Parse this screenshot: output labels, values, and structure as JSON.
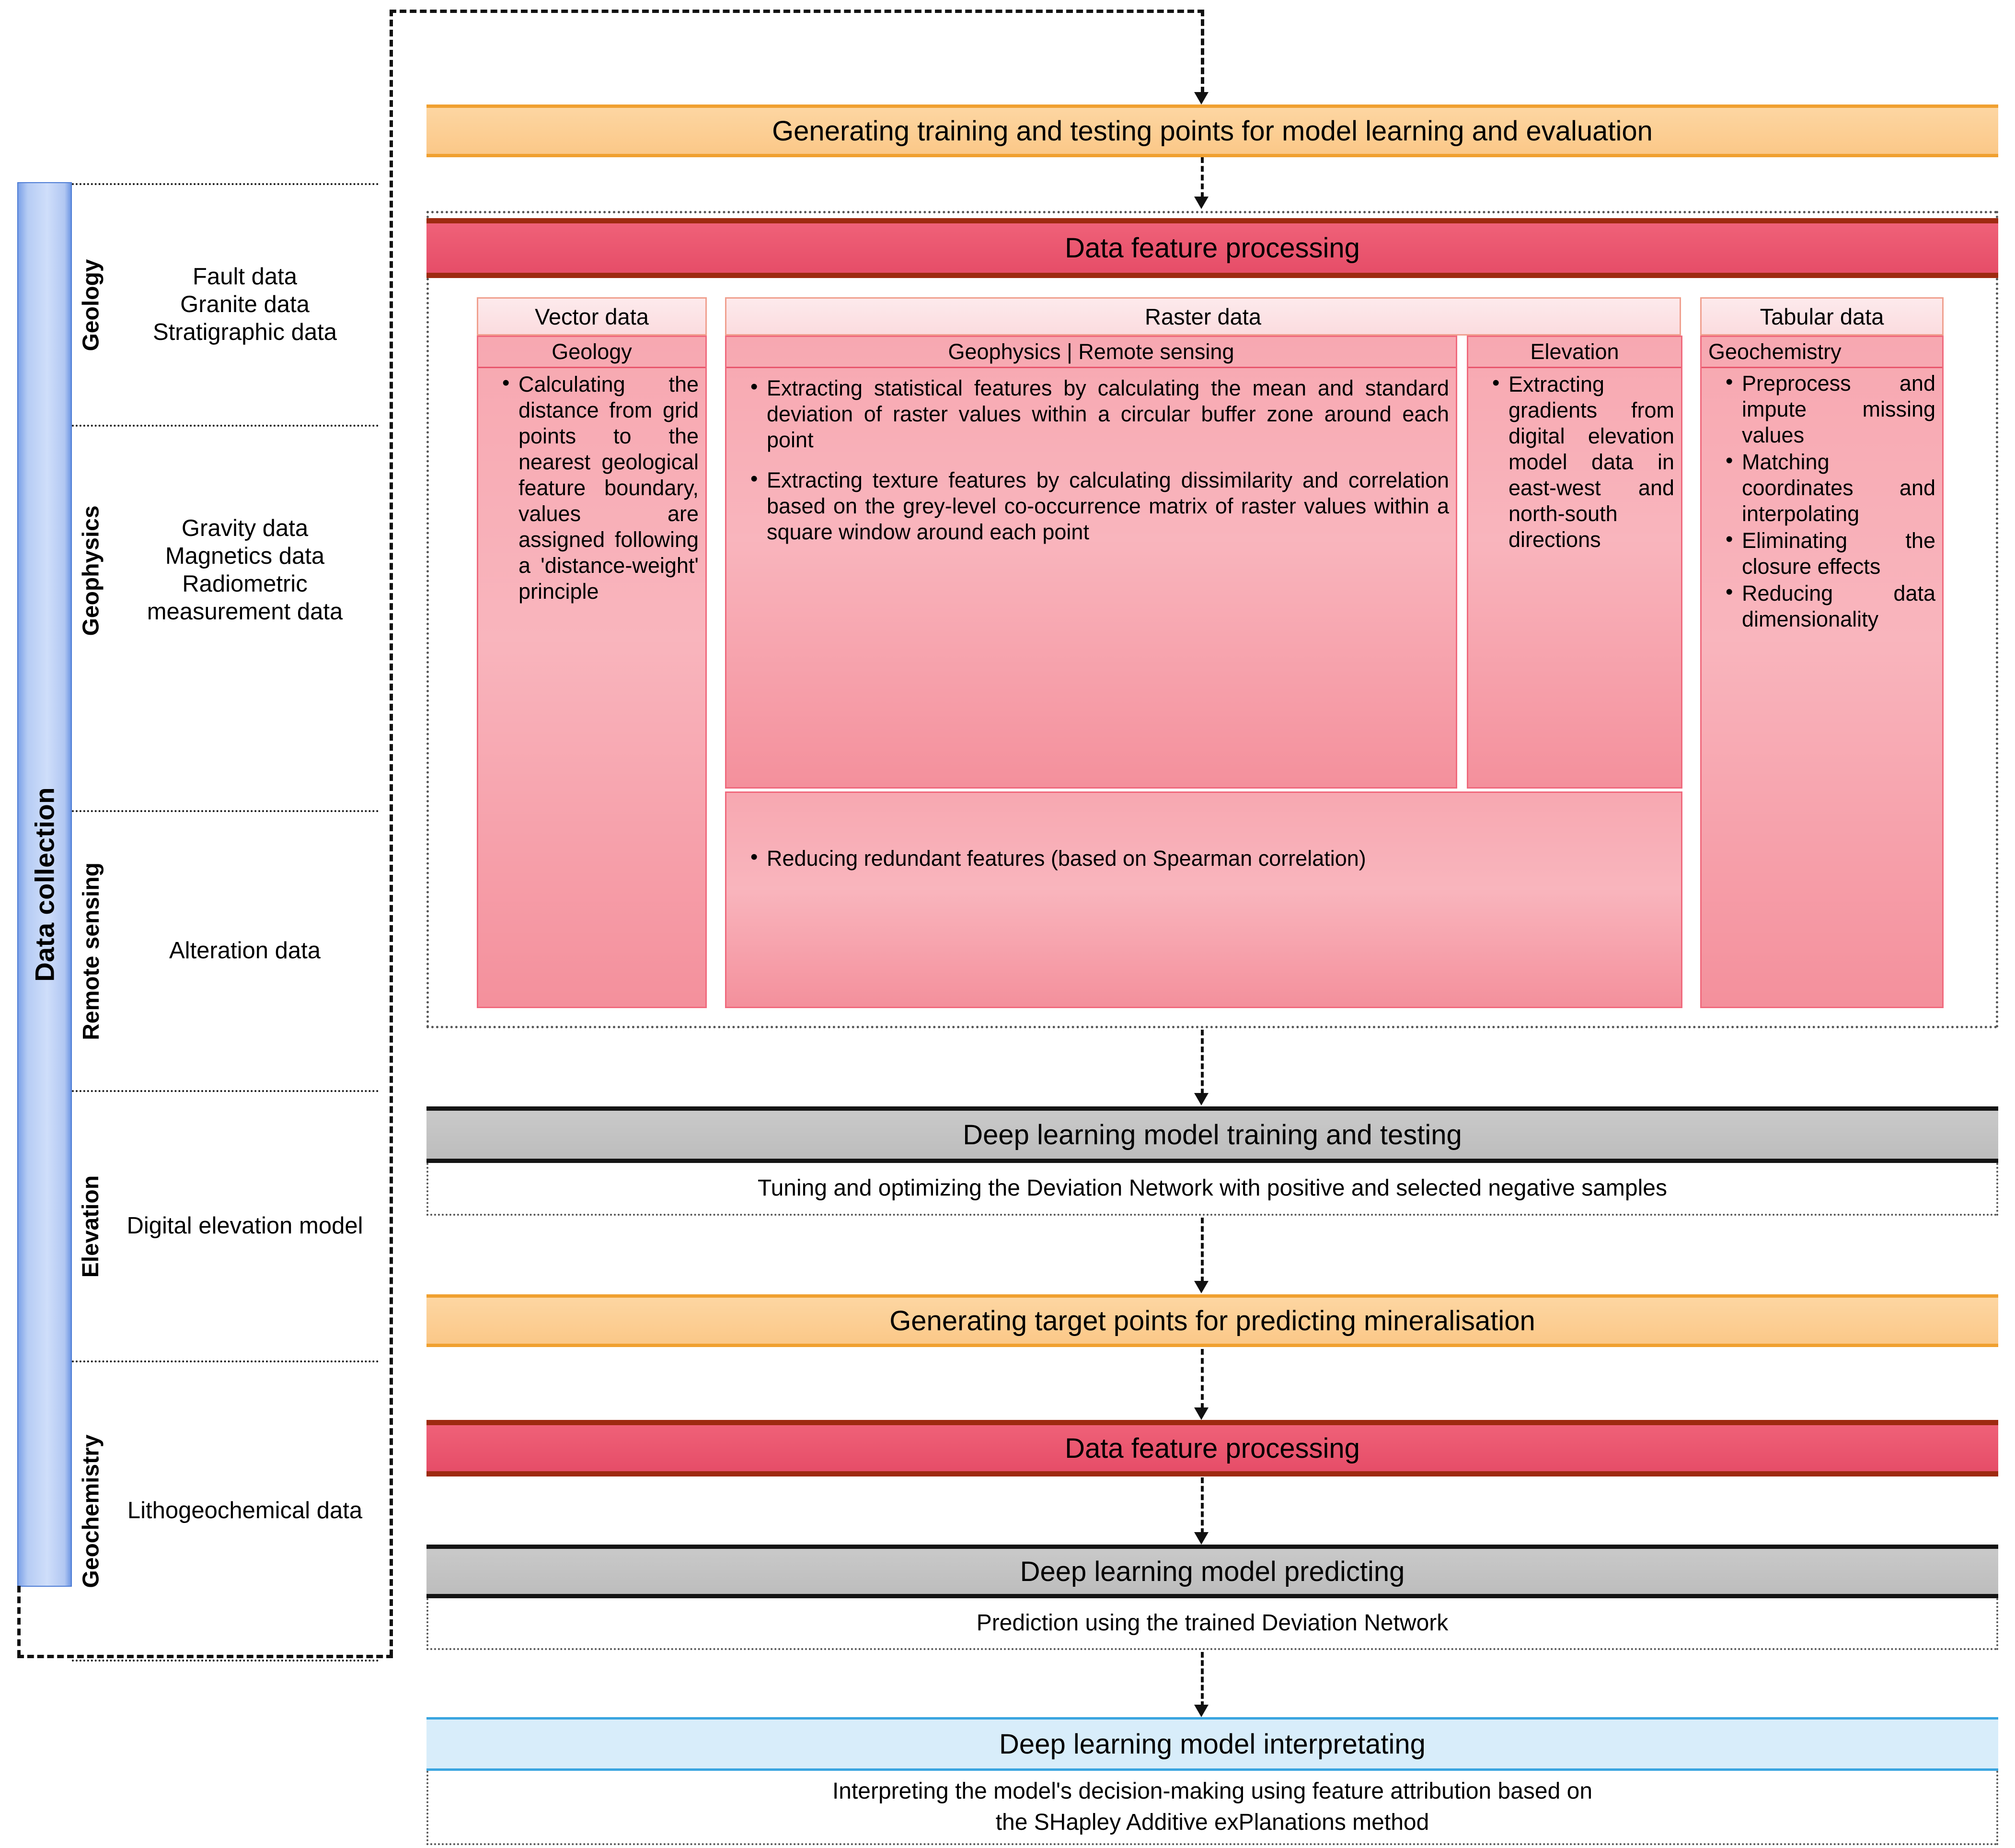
{
  "collection": {
    "rail_label": "Data collection",
    "rows": [
      {
        "category": "Geology",
        "items": "Fault data\nGranite data\nStratigraphic data"
      },
      {
        "category": "Geophysics",
        "items": "Gravity data\nMagnetics data\nRadiometric measurement data"
      },
      {
        "category": "Remote sensing",
        "items": "Alteration data"
      },
      {
        "category": "Elevation",
        "items": "Digital elevation model"
      },
      {
        "category": "Geochemistry",
        "items": "Lithogeochemical data"
      }
    ]
  },
  "flow": {
    "generating_training": "Generating training and testing points for model learning and evaluation",
    "data_feature_processing_1": "Data feature processing",
    "training_title": "Deep learning model training and testing",
    "training_sub": "Tuning and optimizing the Deviation Network with positive and selected negative samples",
    "generating_target": "Generating target points for predicting mineralisation",
    "data_feature_processing_2": "Data feature processing",
    "predicting_title": "Deep learning model predicting",
    "predicting_sub": "Prediction using the trained Deviation Network",
    "interpreting_title": "Deep learning model interpretating",
    "interpreting_sub": "Interpreting the model's decision-making using feature attribution based on\nthe SHapley Additive exPlanations method"
  },
  "feature_processing": {
    "vector": {
      "type_label": "Vector data",
      "sub_label": "Geology",
      "bullets": [
        "Calculating the distance from grid points to the nearest geological feature boundary, values are assigned following a 'distance-weight' principle"
      ]
    },
    "raster": {
      "type_label": "Raster data",
      "geophysics": {
        "sub_label": "Geophysics | Remote sensing",
        "bullets": [
          "Extracting statistical features by calculating the mean and standard deviation of raster values within a circular buffer zone around each point",
          "Extracting texture features by calculating dissimilarity and correlation based on the grey-level co-occurrence matrix of raster values within a square window around each point"
        ]
      },
      "elevation": {
        "sub_label": "Elevation",
        "bullets": [
          "Extracting gradients from digital elevation model data in east-west and north-south directions"
        ]
      },
      "shared": {
        "bullets": [
          "Reducing redundant features (based on Spearman correlation)"
        ]
      }
    },
    "tabular": {
      "type_label": "Tabular data",
      "sub_label": "Geochemistry",
      "bullets": [
        "Preprocess and impute missing values",
        "Matching coordinates and interpolating",
        "Eliminating the closure effects",
        "Reducing data dimensionality"
      ]
    }
  },
  "colors": {
    "rail_blue": "#b6ccf4",
    "orange": "#fbc888",
    "red": "#e64d68",
    "red_border": "#9e2a10",
    "grey": "#c2c2c2",
    "light_blue": "#d8edfa",
    "pink_panel": "#f7a8b1",
    "pale_pink_header": "#fbdcdf"
  }
}
